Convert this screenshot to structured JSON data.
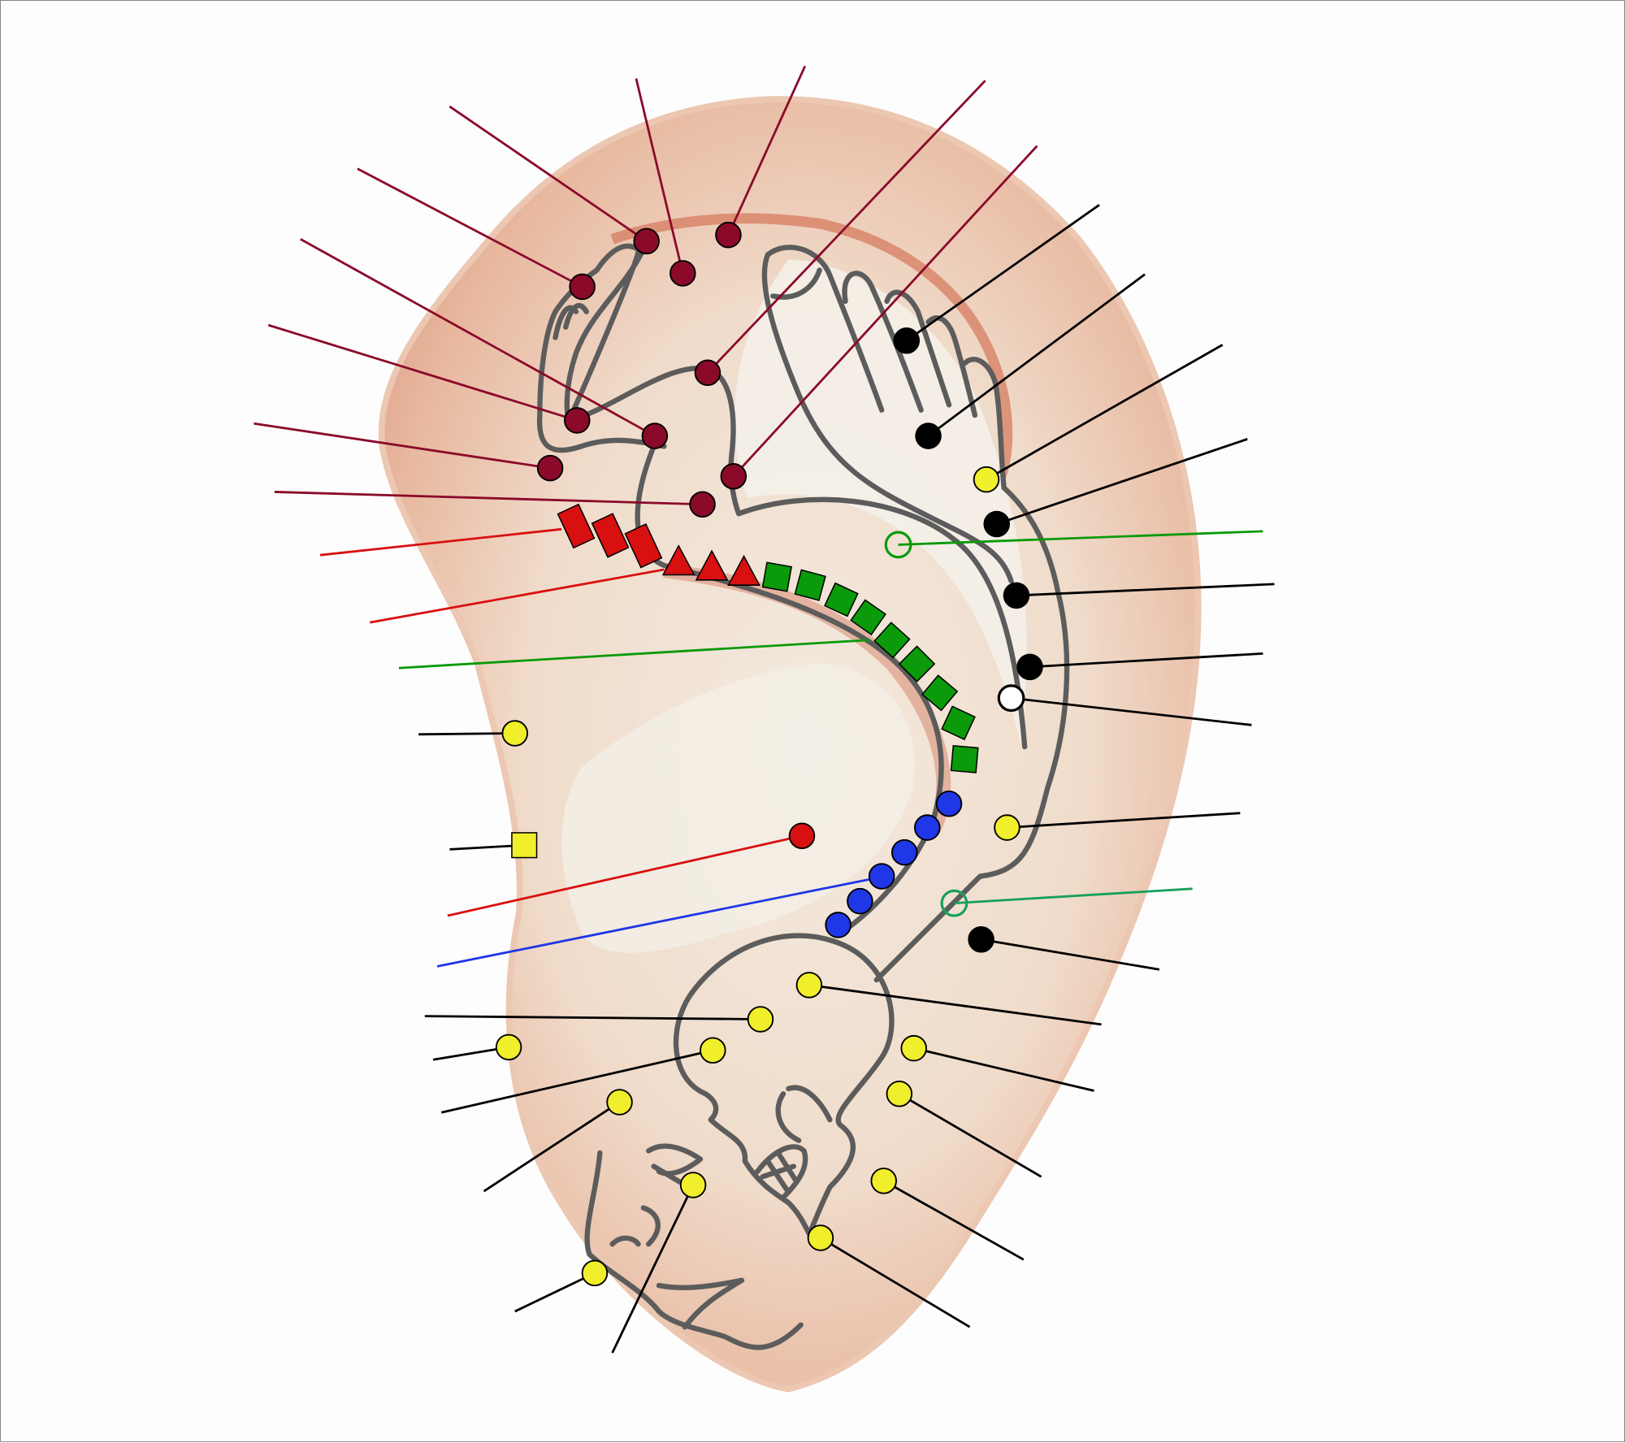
{
  "diagram": {
    "kind": "auricular point map",
    "colors": {
      "maroon": "#8b0a2a",
      "red": "#d91010",
      "green": "#0a9a0a",
      "teal_green": "#16a05a",
      "blue": "#1f37e6",
      "black": "#000000",
      "yellow": "#f1ee2c",
      "outline": "#5c5c5c",
      "skin_light": "#f2efe6",
      "skin_mid": "#eecbb5",
      "skin_dark": "#d9917a"
    },
    "marker_groups": [
      {
        "group": "maroon-circles",
        "count": 10
      },
      {
        "group": "red-diamonds",
        "count": 3
      },
      {
        "group": "red-triangles",
        "count": 3
      },
      {
        "group": "green-squares",
        "count": 9
      },
      {
        "group": "blue-circles",
        "count": 6
      },
      {
        "group": "red-circle",
        "count": 1
      },
      {
        "group": "black-circles",
        "count": 6
      },
      {
        "group": "hollow-circles",
        "count": 3
      },
      {
        "group": "yellow-circles",
        "count": 14
      },
      {
        "group": "yellow-square",
        "count": 1
      }
    ]
  }
}
